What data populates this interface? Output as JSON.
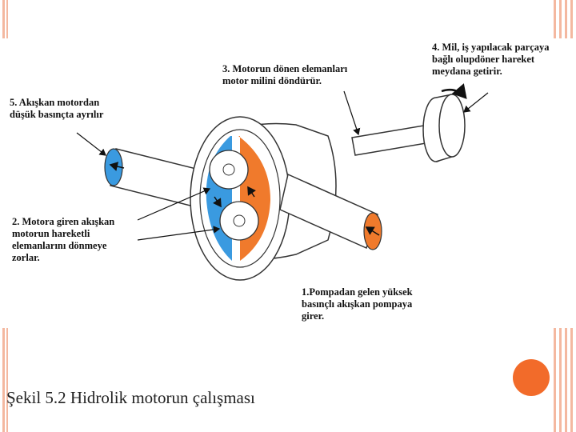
{
  "slide": {
    "caption": "Şekil 5.2 Hidrolik motorun çalışması",
    "accent_color": "#f26b2a",
    "stripe_color": "#f4b8a0"
  },
  "diagram": {
    "labels": {
      "step1": "1.Pompadan gelen yüksek\nbasınçlı akışkan pompaya\ngirer.",
      "step2": "2. Motora giren akışkan\nmotorun hareketli\nelemanlarını dönmeye\nzorlar.",
      "step3": "3. Motorun dönen elemanları\nmotor milini döndürür.",
      "step4": "4. Mil, iş yapılacak parçaya\nbağlı olupdöner hareket\nmeydana getirir.",
      "step5": "5. Akışkan motordan\ndüşük basınçta ayrılır"
    },
    "colors": {
      "low_pressure": "#3a9ae0",
      "high_pressure": "#f07a2c"
    }
  }
}
